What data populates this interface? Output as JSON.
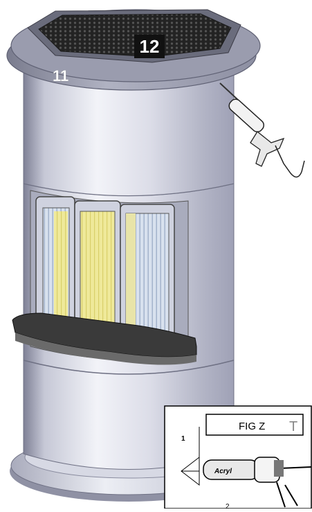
{
  "callouts": {
    "top_cover": "12",
    "top_ring": "11"
  },
  "inset": {
    "title": "FIG Z",
    "corner_mark": "T",
    "step_number": "1",
    "tube_label": "Acryl",
    "bottom_number": "2"
  },
  "colors": {
    "body_light": "#eef0f6",
    "body_mid": "#c9cbd8",
    "body_dark": "#8e90a4",
    "glass_yellow": "#efe99a",
    "glass_blue": "#c3d2e6",
    "frame_grey": "#b9bccb",
    "ledge_dark": "#3a3a3a",
    "grate": "#2b2b2b",
    "label_bg": "#111111",
    "label_text": "#ffffff"
  }
}
